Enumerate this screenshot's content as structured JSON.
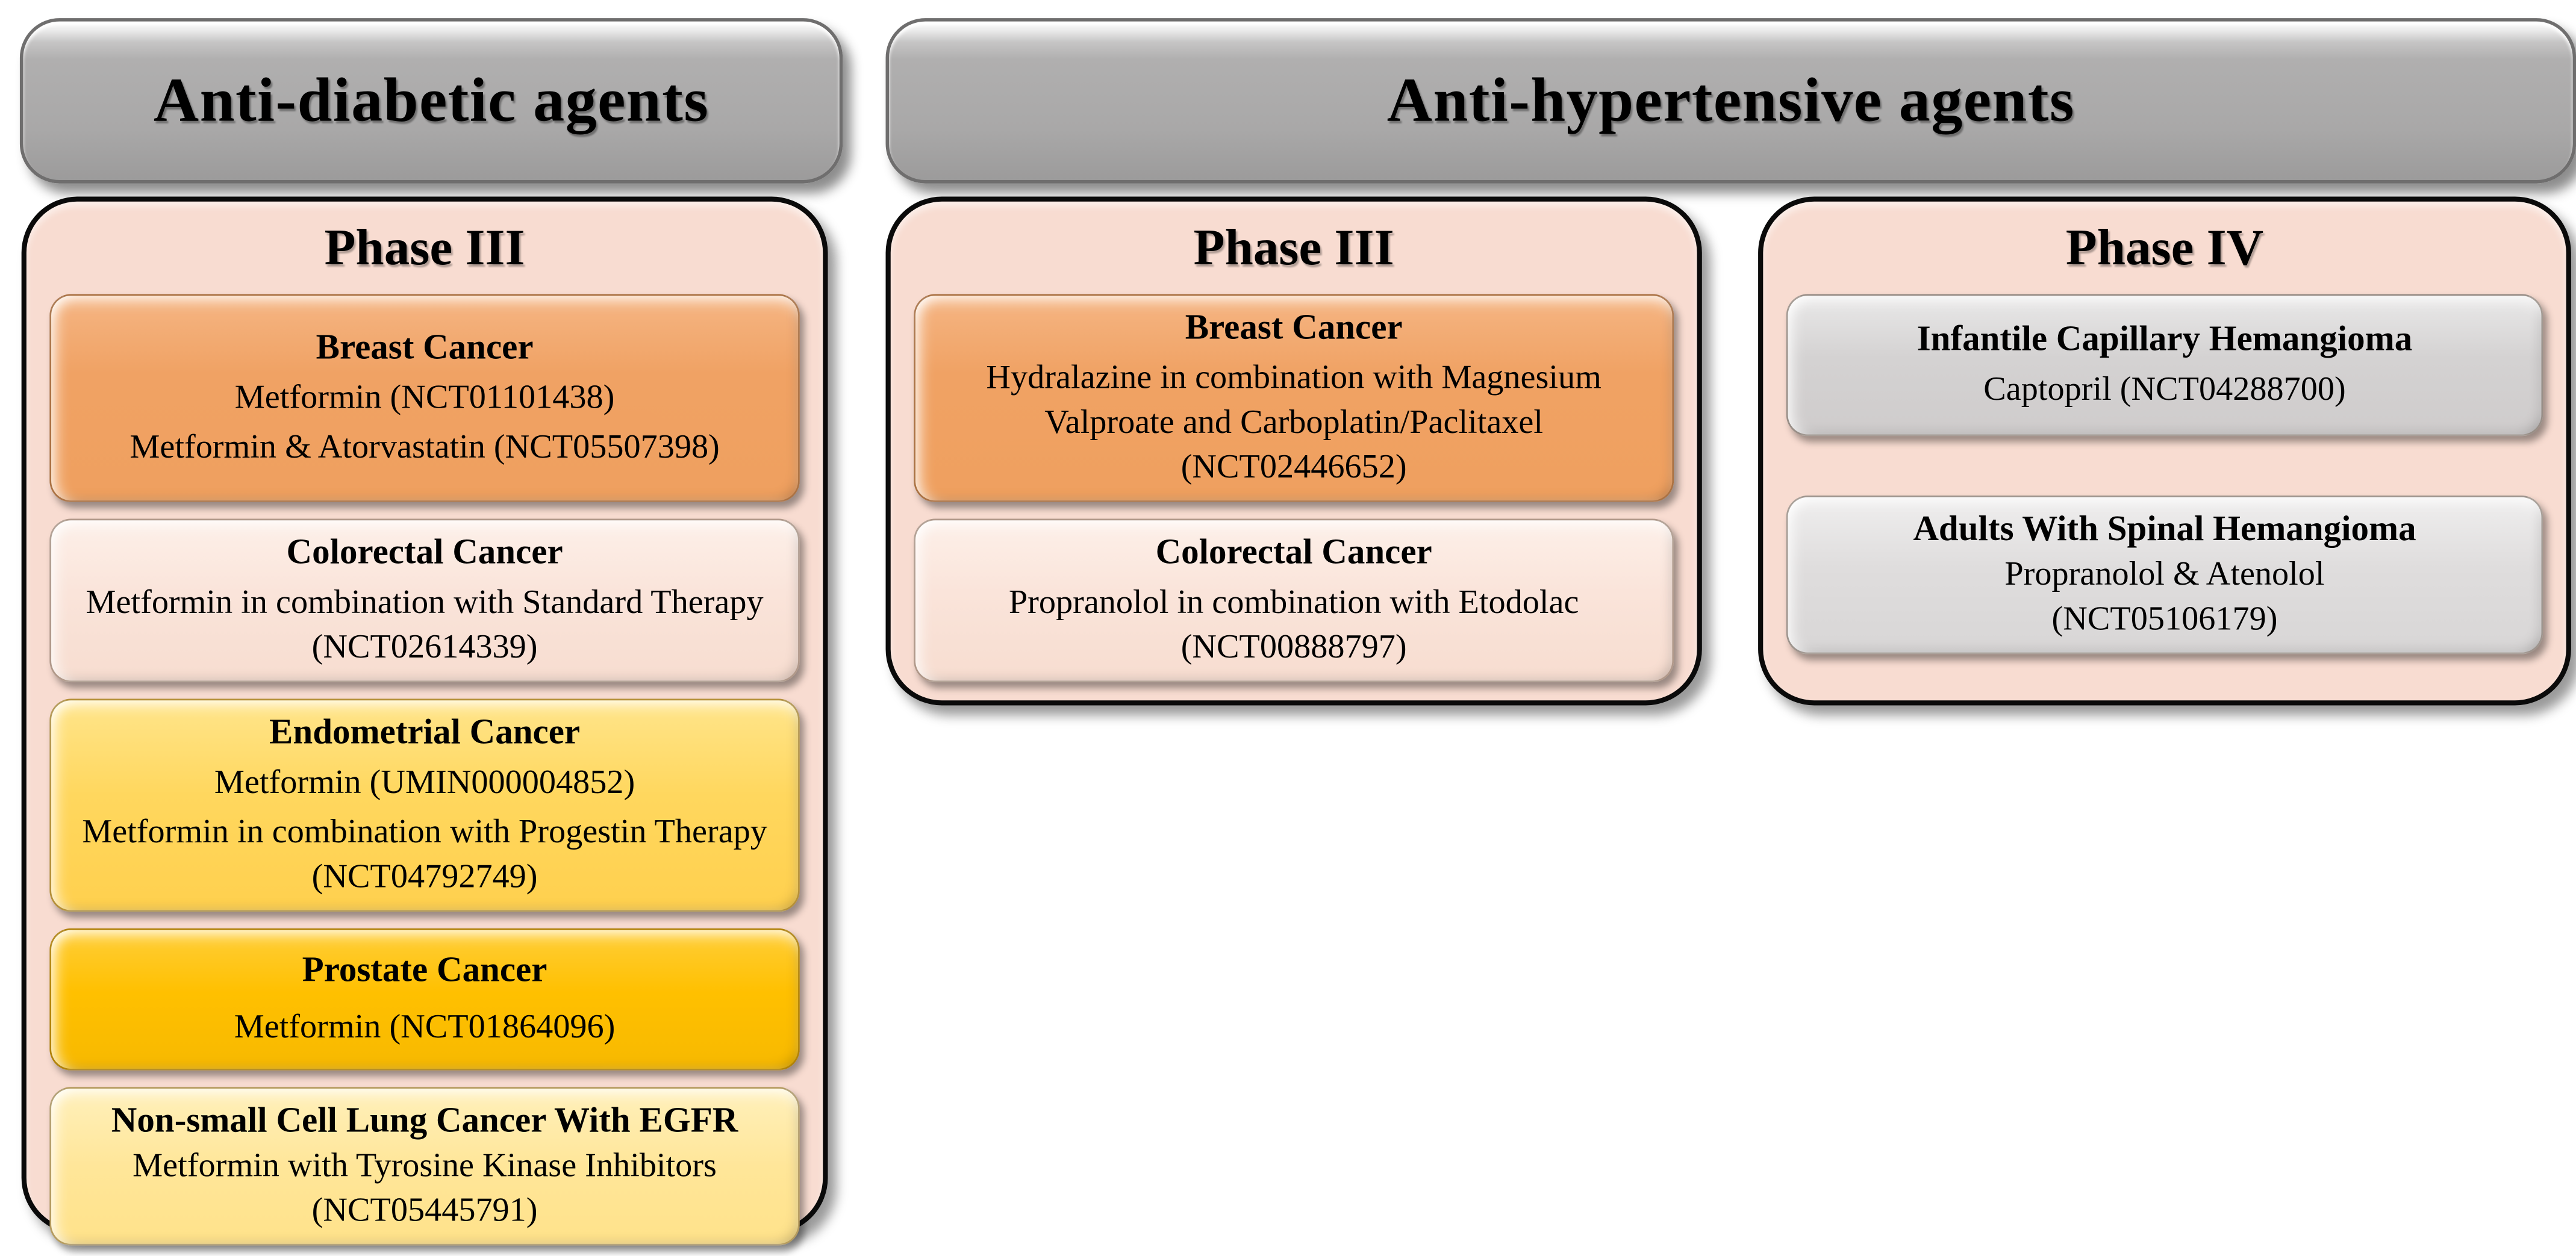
{
  "figure": {
    "type": "clinical-trials-overview-diagram",
    "background": "#ffffff"
  },
  "palette": {
    "container_pink": "#F8DCD1",
    "header_gray": "#A9A8A8",
    "box_orange": "#F0A264",
    "box_peach": "#FAE4DA",
    "box_yellow": "#FFD75E",
    "box_gold": "#FFC000",
    "box_light_yellow": "#FFE699",
    "box_gray": "#D4D2D2",
    "box_gray_light": "#DFDDDD",
    "text_color": "#000000"
  },
  "headers": [
    {
      "label": "Anti-diabetic agents"
    },
    {
      "label": "Anti-hypertensive agents"
    }
  ],
  "columns": [
    {
      "group": "Anti-diabetic agents",
      "phase": "Phase III",
      "boxes": [
        {
          "title": "Breast Cancer",
          "color": "box_orange",
          "lines": [
            "Metformin (NCT01101438)",
            "Metformin & Atorvastatin (NCT05507398)"
          ]
        },
        {
          "title": "Colorectal Cancer",
          "color": "box_peach",
          "lines": [
            "Metformin in combination with Standard Therapy (NCT02614339)"
          ]
        },
        {
          "title": "Endometrial Cancer",
          "color": "box_yellow",
          "lines": [
            "Metformin (UMIN000004852)",
            "Metformin in combination with Progestin Therapy (NCT04792749)"
          ]
        },
        {
          "title": "Prostate Cancer",
          "color": "box_gold",
          "lines": [
            "Metformin (NCT01864096)"
          ]
        },
        {
          "title": "Non-small Cell Lung Cancer With EGFR",
          "color": "box_light_yellow",
          "lines": [
            "Metformin with Tyrosine Kinase Inhibitors",
            "(NCT05445791)"
          ]
        }
      ]
    },
    {
      "group": "Anti-hypertensive agents",
      "phase": "Phase III",
      "boxes": [
        {
          "title": "Breast Cancer",
          "color": "box_orange",
          "lines": [
            "Hydralazine in combination with Magnesium Valproate and Carboplatin/Paclitaxel (NCT02446652)"
          ]
        },
        {
          "title": "Colorectal Cancer",
          "color": "box_peach",
          "lines": [
            "Propranolol in combination with Etodolac (NCT00888797)"
          ]
        }
      ]
    },
    {
      "group": "Anti-hypertensive agents",
      "phase": "Phase IV",
      "boxes": [
        {
          "title": "Infantile Capillary Hemangioma",
          "color": "box_gray",
          "lines": [
            "Captopril (NCT04288700)"
          ]
        },
        {
          "title": "Adults With Spinal Hemangioma",
          "color": "box_gray_light",
          "lines": [
            "Propranolol & Atenolol",
            "(NCT05106179)"
          ]
        }
      ]
    }
  ]
}
